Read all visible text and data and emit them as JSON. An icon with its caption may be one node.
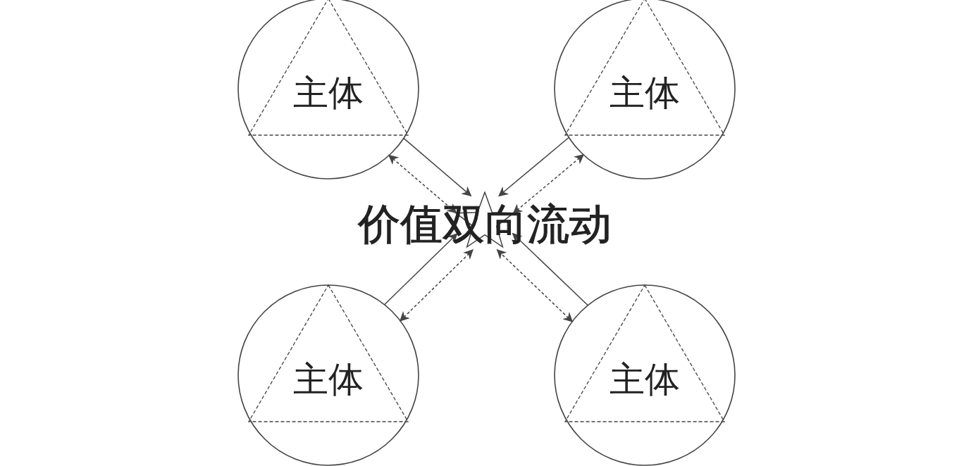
{
  "diagram": {
    "nodes": [
      {
        "text": [
          "主体"
        ]
      },
      {
        "text": [
          "主体"
        ]
      },
      {
        "text": [
          "主体"
        ]
      },
      {
        "text": [
          "主体"
        ]
      },
      {
        "text": [],
        "shape": "star"
      }
    ],
    "edges": [
      {
        "from": 0,
        "to": 4,
        "arrow": "to"
      },
      {
        "from": 0,
        "to": 4,
        "arrow": "both",
        "style": "dashed"
      },
      {
        "from": 1,
        "to": 4,
        "arrow": "to"
      },
      {
        "from": 1,
        "to": 4,
        "arrow": "both",
        "style": "dashed"
      },
      {
        "from": 2,
        "to": 4,
        "arrow": "to"
      },
      {
        "from": 2,
        "to": 4,
        "arrow": "both",
        "style": "dashed"
      },
      {
        "from": 3,
        "to": 4,
        "arrow": "to"
      },
      {
        "from": 3,
        "to": 4,
        "arrow": "both",
        "style": "dashed"
      }
    ],
    "labels": [
      "价值双向流动"
    ]
  }
}
